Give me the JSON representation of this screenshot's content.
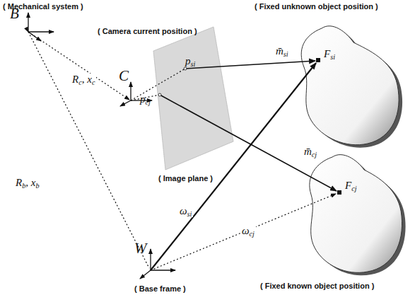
{
  "diagram": {
    "labels": [
      "( Mechanical system )",
      "( Fixed unknown object position )",
      "B",
      "( Camera current position )",
      "C",
      "Rc, xc",
      "psi",
      "m̄si",
      "Fsi",
      "pcj",
      "( Image plane )",
      "Rb, xb",
      "m̄cj",
      "Fcj",
      "ωsi",
      "ωcj",
      "W",
      "( Fixed known object position )",
      "( Base frame )"
    ]
  }
}
